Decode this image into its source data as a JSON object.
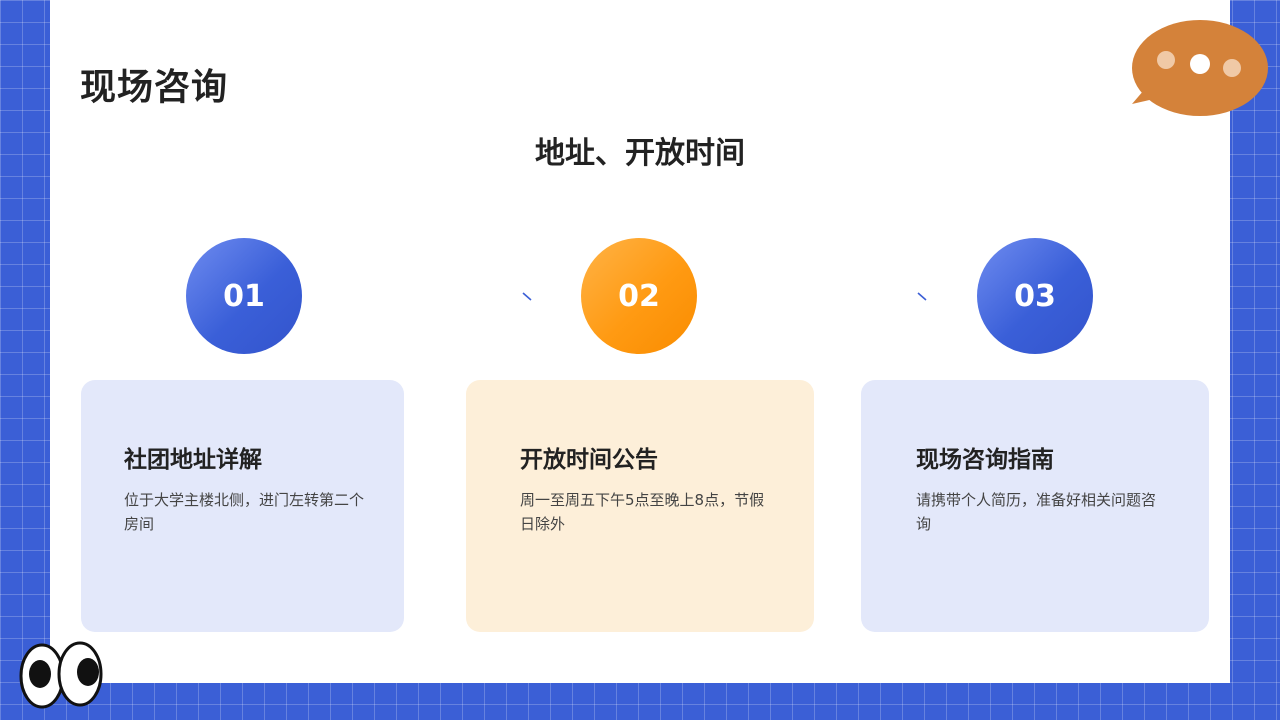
{
  "page": {
    "title": "现场咨询",
    "subtitle": "地址、开放时间"
  },
  "steps": [
    {
      "number": "01",
      "title": "社团地址详解",
      "text": "位于大学主楼北侧，进门左转第二个房间",
      "accent": "#3b5fd6"
    },
    {
      "number": "02",
      "title": "开放时间公告",
      "text": "周一至周五下午5点至晚上8点，节假日除外",
      "accent": "#ff9a12"
    },
    {
      "number": "03",
      "title": "现场咨询指南",
      "text": "请携带个人简历，准备好相关问题咨询",
      "accent": "#3b5fd6"
    }
  ],
  "decor": {
    "top_right": "chat-bubble-icon",
    "bottom_left": "eyes-icon"
  },
  "colors": {
    "background": "#3b5fd6",
    "bubble": "#d4823a",
    "card_blue": "#e3e8fa",
    "card_orange": "#fdefd9"
  }
}
